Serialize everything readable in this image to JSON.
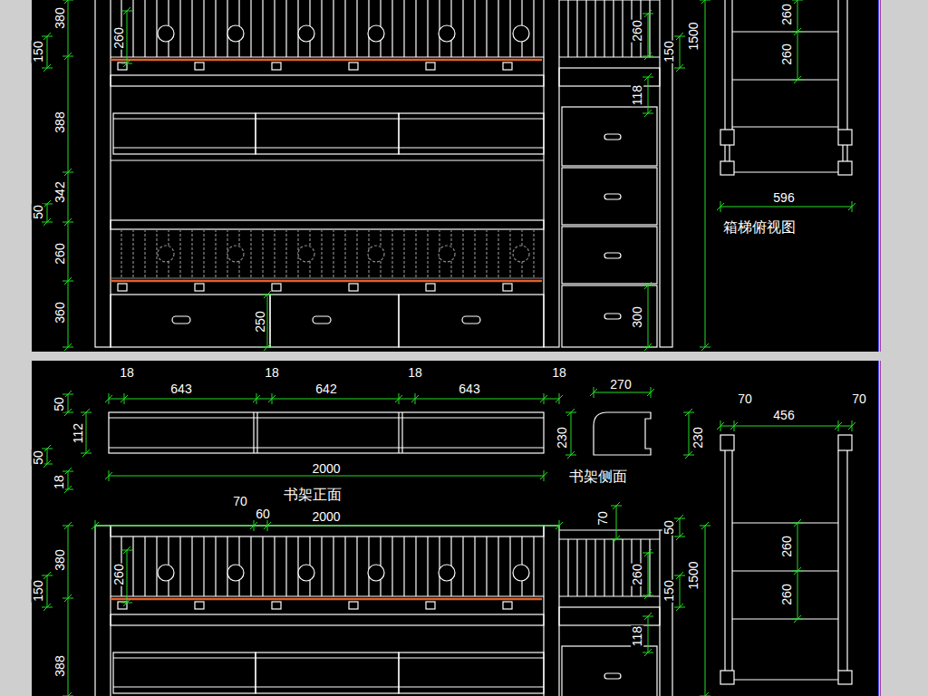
{
  "diagram": {
    "labels": [
      "380",
      "150",
      "260",
      "260",
      "150",
      "1500",
      "260",
      "260",
      "118",
      "388",
      "50",
      "342",
      "260",
      "360",
      "250",
      "300",
      "596",
      "箱梯俯视图",
      "18",
      "643",
      "18",
      "642",
      "18",
      "643",
      "18",
      "270",
      "70",
      "456",
      "70",
      "50",
      "112",
      "50",
      "18",
      "230",
      "230",
      "2000",
      "书架侧面",
      "书架正面",
      "70",
      "60",
      "2000",
      "70",
      "50",
      "380",
      "150",
      "260",
      "260",
      "150",
      "1500",
      "118",
      "388",
      "260",
      "260"
    ]
  }
}
